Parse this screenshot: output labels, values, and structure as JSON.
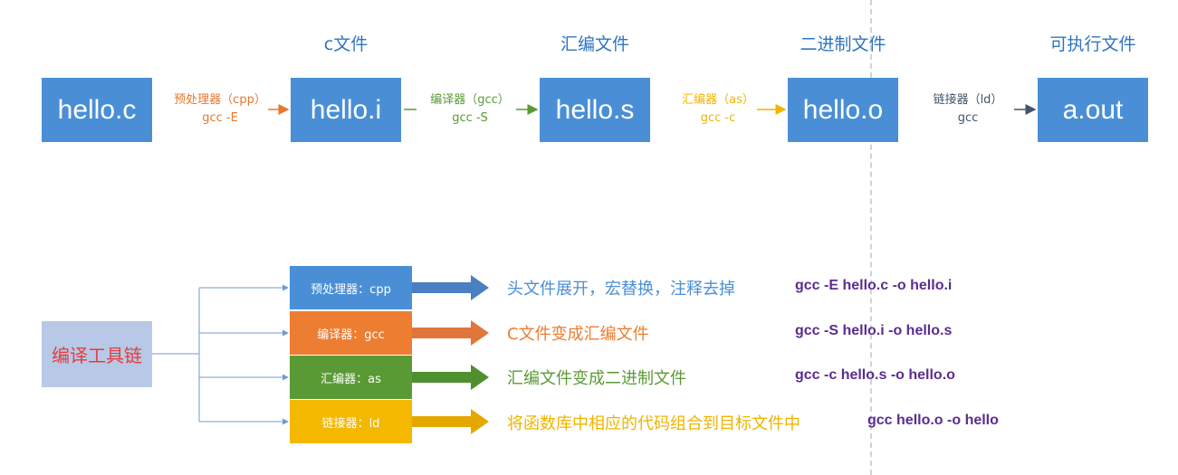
{
  "pipeline": {
    "files": [
      {
        "name": "hello.c",
        "label": ""
      },
      {
        "name": "hello.i",
        "label": "c文件"
      },
      {
        "name": "hello.s",
        "label": "汇编文件"
      },
      {
        "name": "hello.o",
        "label": "二进制文件"
      },
      {
        "name": "a.out",
        "label": "可执行文件"
      }
    ],
    "tools": [
      {
        "line1": "预处理器（cpp）",
        "line2": "gcc -E",
        "color": "#e8772e"
      },
      {
        "line1": "编译器（gcc）",
        "line2": "gcc -S",
        "color": "#5a9a35"
      },
      {
        "line1": "汇编器（as）",
        "line2": "gcc -c",
        "color": "#f0b400"
      },
      {
        "line1": "链接器（ld）",
        "line2": "gcc",
        "color": "#44546a"
      }
    ]
  },
  "toolchain": {
    "root_label": "编译工具链",
    "stages": [
      {
        "tool": "预处理器：cpp",
        "description": "头文件展开，宏替换，注释去掉",
        "command": "gcc -E hello.c -o hello.i",
        "color": "#4a8fd6",
        "desc_color": "#4a8fd6"
      },
      {
        "tool": "编译器：gcc",
        "description": "C文件变成汇编文件",
        "command": "gcc -S hello.i -o hello.s",
        "color": "#ed7d31",
        "desc_color": "#ed7d31"
      },
      {
        "tool": "汇编器：as",
        "description": "汇编文件变成二进制文件",
        "command": "gcc -c hello.s -o hello.o",
        "color": "#5a9a35",
        "desc_color": "#5a9a35"
      },
      {
        "tool": "链接器：ld",
        "description": "将函数库中相应的代码组合到目标文件中",
        "command": "gcc hello.o -o hello",
        "color": "#f5b800",
        "desc_color": "#f0b400"
      }
    ]
  }
}
